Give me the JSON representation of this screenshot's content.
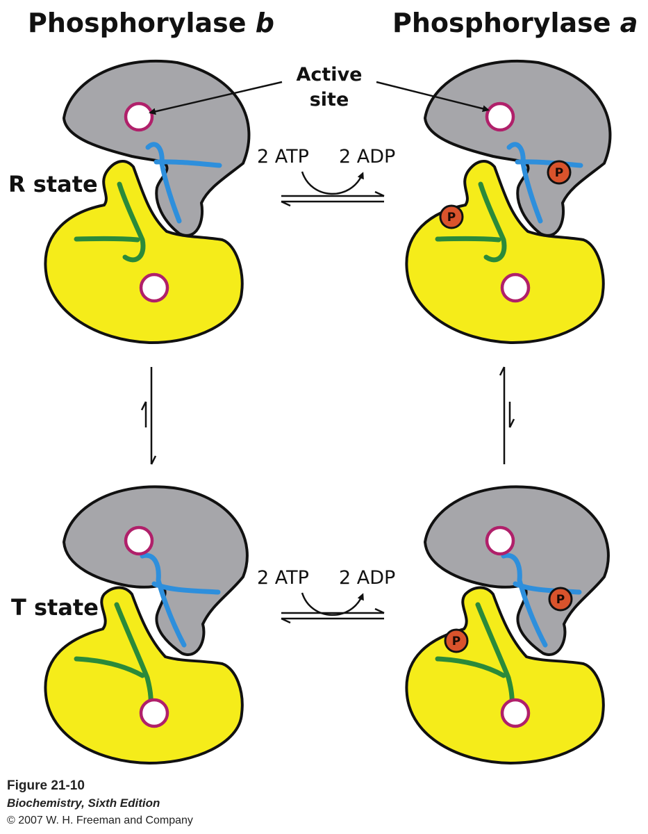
{
  "titles": {
    "left_main": "Phosphorylase ",
    "left_letter": "b",
    "right_main": "Phosphorylase ",
    "right_letter": "a"
  },
  "states": {
    "r": "R state",
    "t": "T state"
  },
  "active_site": {
    "line1": "Active",
    "line2": "site"
  },
  "reactions": {
    "top_reactant": "2 ATP",
    "top_product": "2 ADP",
    "bottom_reactant": "2 ATP",
    "bottom_product": "2 ADP"
  },
  "phosphate_label": "P",
  "colors": {
    "gray_domain": "#a6a6aa",
    "yellow_domain": "#f5ec1a",
    "blue_helix": "#2e8fdc",
    "green_helix": "#2b8a3a",
    "site_ring": "#b0206a",
    "phosphate": "#d9532c"
  },
  "caption": {
    "figure": "Figure 21-10",
    "book": "Biochemistry, Sixth Edition",
    "copyright": "© 2007 W. H. Freeman and Company"
  }
}
